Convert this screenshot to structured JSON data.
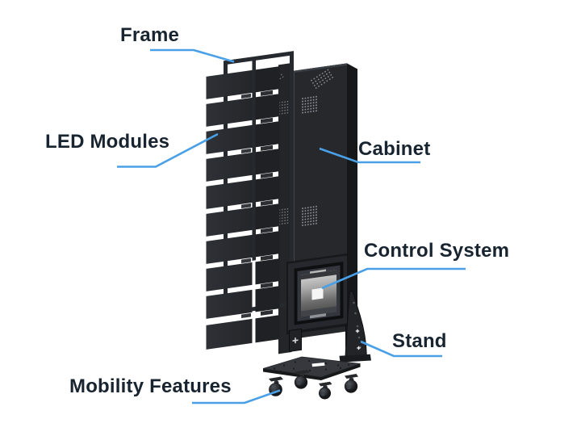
{
  "diagram": {
    "description": "Exploded-view diagram of a mobile LED poster display with callout labels",
    "labels": {
      "frame": "Frame",
      "led_modules": "LED Modules",
      "cabinet": "Cabinet",
      "control_system": "Control System",
      "stand": "Stand",
      "mobility_features": "Mobility Features"
    },
    "colors": {
      "background": "#ffffff",
      "callout_line": "#4aa0e6",
      "label_text": "#18242f",
      "device_dark": "#232529",
      "vent_dots": "#8a9097"
    }
  }
}
